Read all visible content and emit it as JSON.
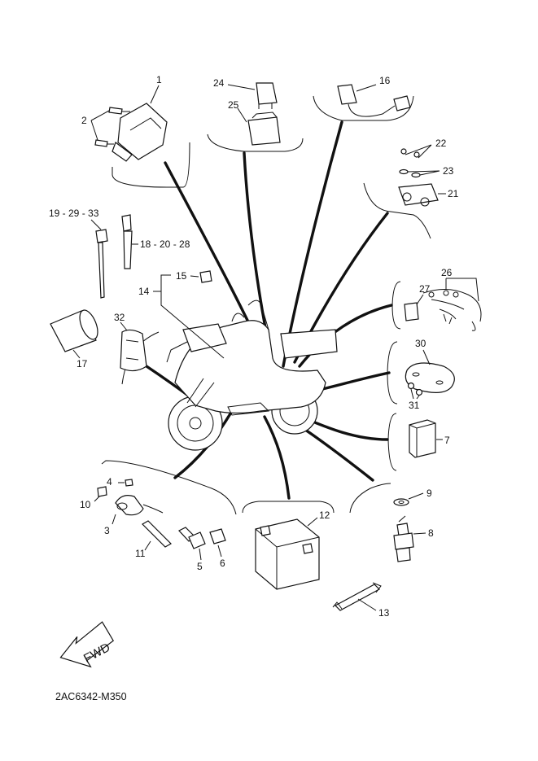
{
  "diagram": {
    "document_code": "2AC6342-M350",
    "fwd_label": "FWD",
    "callouts": {
      "c1": "1",
      "c2": "2",
      "c3": "3",
      "c4": "4",
      "c5": "5",
      "c6": "6",
      "c7": "7",
      "c8": "8",
      "c9": "9",
      "c10": "10",
      "c11": "11",
      "c12": "12",
      "c13": "13",
      "c14": "14",
      "c15": "15",
      "c16": "16",
      "c17": "17",
      "c18_20_28": "18 - 20 - 28",
      "c19_29_33": "19 - 29 - 33",
      "c21": "21",
      "c22": "22",
      "c23": "23",
      "c24": "24",
      "c25": "25",
      "c26": "26",
      "c27": "27",
      "c30": "30",
      "c31": "31",
      "c32": "32"
    }
  }
}
